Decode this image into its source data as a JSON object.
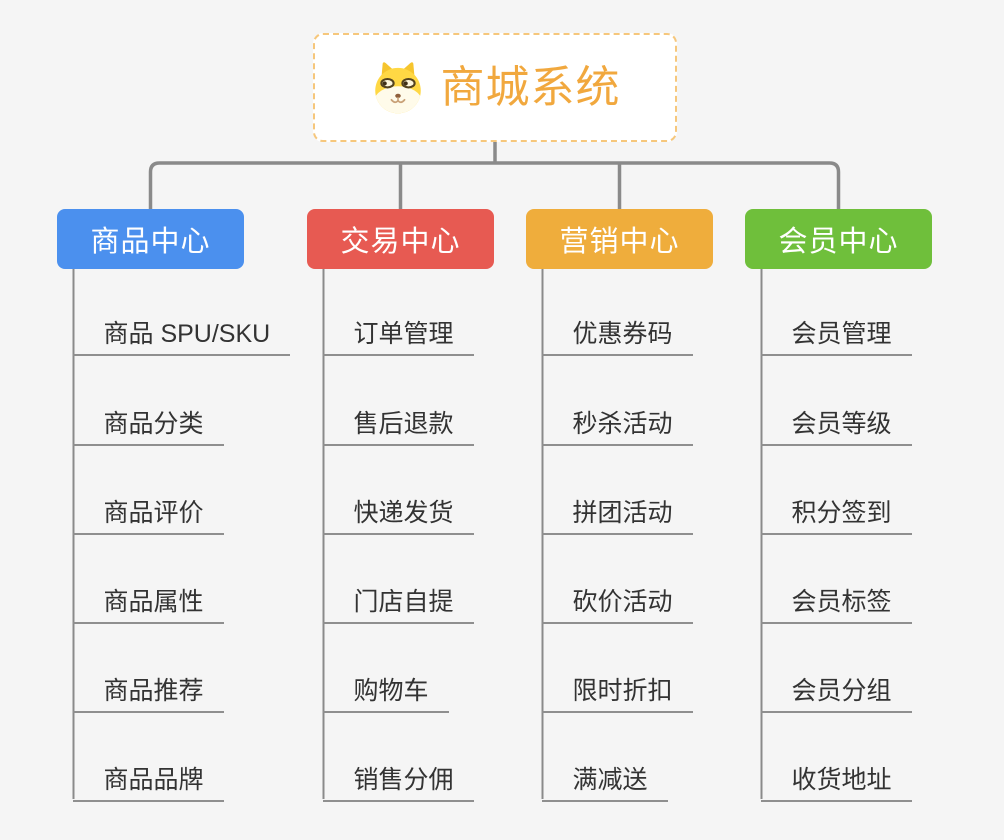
{
  "background": "#F5F5F5",
  "connector_color": "#8A8A8A",
  "leaf_line_color": "#8F8F8F",
  "leaf_text_color": "#333333",
  "root": {
    "title": "商城系统",
    "icon": "dog-face-icon",
    "title_color": "#F1A83E",
    "border_color": "#F6C77C"
  },
  "branches": [
    {
      "label": "商品中心",
      "color": "#4B90EE",
      "children": [
        "商品 SPU/SKU",
        "商品分类",
        "商品评价",
        "商品属性",
        "商品推荐",
        "商品品牌"
      ]
    },
    {
      "label": "交易中心",
      "color": "#E75A52",
      "children": [
        "订单管理",
        "售后退款",
        "快递发货",
        "门店自提",
        "购物车",
        "销售分佣"
      ]
    },
    {
      "label": "营销中心",
      "color": "#EFAD3C",
      "children": [
        "优惠券码",
        "秒杀活动",
        "拼团活动",
        "砍价活动",
        "限时折扣",
        "满减送"
      ]
    },
    {
      "label": "会员中心",
      "color": "#6FBF3B",
      "children": [
        "会员管理",
        "会员等级",
        "积分签到",
        "会员标签",
        "会员分组",
        "收货地址"
      ]
    }
  ]
}
